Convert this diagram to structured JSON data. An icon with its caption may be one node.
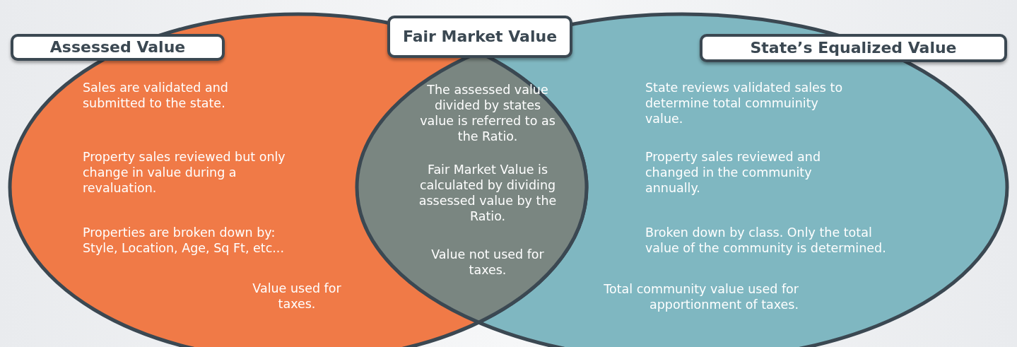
{
  "diagram": {
    "nodes": [
      {
        "text": [
          "Assessed Value",
          "Sales are validated and submitted to the state.",
          "Property sales reviewed but only change in value during a revaluation.",
          "Properties are broken down by: Style, Location, Age, Sq Ft, etc...",
          "Value used for taxes."
        ]
      },
      {
        "text": [
          "Fair Market Value",
          "The assessed value divided by states value is referred to as the Ratio.",
          "Fair Market Value is calculated by dividing assessed value by the Ratio.",
          "Value not used for taxes."
        ]
      },
      {
        "text": [
          "State’s Equalized Value",
          "State reviews validated sales to determine total commuinity value.",
          "Property sales reviewed and changed in the community annually.",
          "Broken down by class. Only the total value of the community is determined.",
          "Total community value used for apportionment of taxes."
        ]
      }
    ],
    "edges": []
  }
}
